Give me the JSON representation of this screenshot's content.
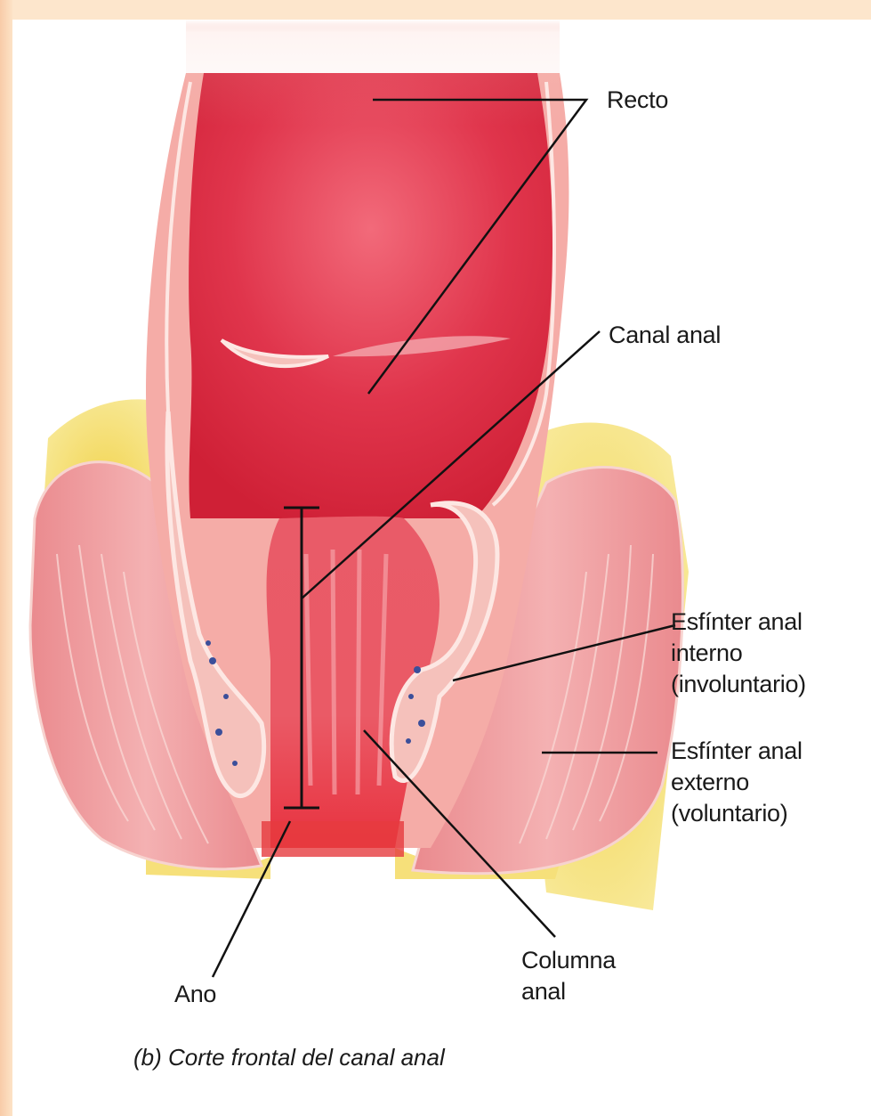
{
  "labels": {
    "recto": "Recto",
    "canal_anal": "Canal anal",
    "esfinter_interno_1": "Esfínter anal",
    "esfinter_interno_2": "interno",
    "esfinter_interno_3": "(involuntario)",
    "esfinter_externo_1": "Esfínter anal",
    "esfinter_externo_2": "externo",
    "esfinter_externo_3": "(voluntario)",
    "columna_1": "Columna",
    "columna_2": "anal",
    "ano": "Ano"
  },
  "caption": "(b) Corte frontal del canal anal",
  "colors": {
    "frame": "#fde9d0",
    "fat": "#f3df6a",
    "muscle": "#ef9ca0",
    "lumen": "#e0293f",
    "wall": "#f6b9ae"
  }
}
